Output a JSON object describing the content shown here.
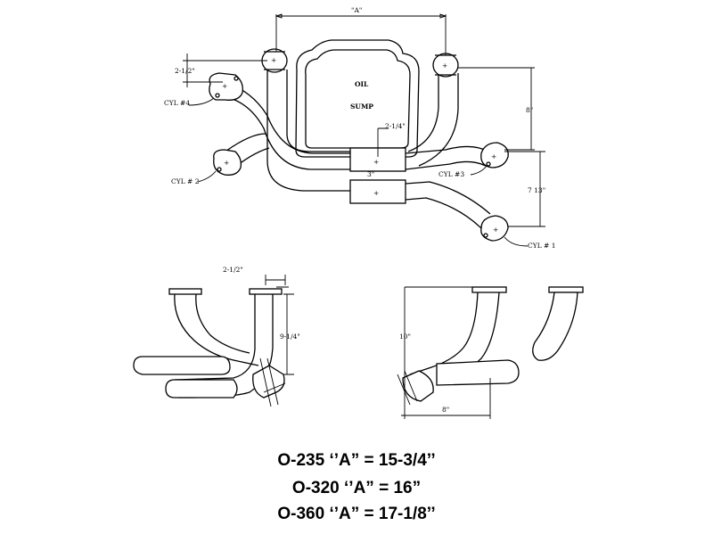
{
  "top_view": {
    "dim_A": "\"A\"",
    "dim_2_half": "2-1/2\"",
    "dim_8": "8\"",
    "dim_2_quarter": "2-1/4\"",
    "dim_3": "3\"",
    "dim_7_13": "7 13\"",
    "sump_line1": "OIL",
    "sump_line2": "SUMP",
    "cyl4": "CYL #4",
    "cyl2": "CYL # 2",
    "cyl3": "CYL #3",
    "cyl1": "CYL # 1"
  },
  "side_view_left": {
    "dim_2_half": "2-1/2\"",
    "dim_9_quarter": "9-1/4\""
  },
  "side_view_right": {
    "dim_10": "10\"",
    "dim_8": "8\""
  },
  "specs": [
    "O-235 ‘’A” = 15-3/4’’",
    "O-320 ‘’A” = 16”",
    "O-360 ‘’A” = 17-1/8’’"
  ]
}
